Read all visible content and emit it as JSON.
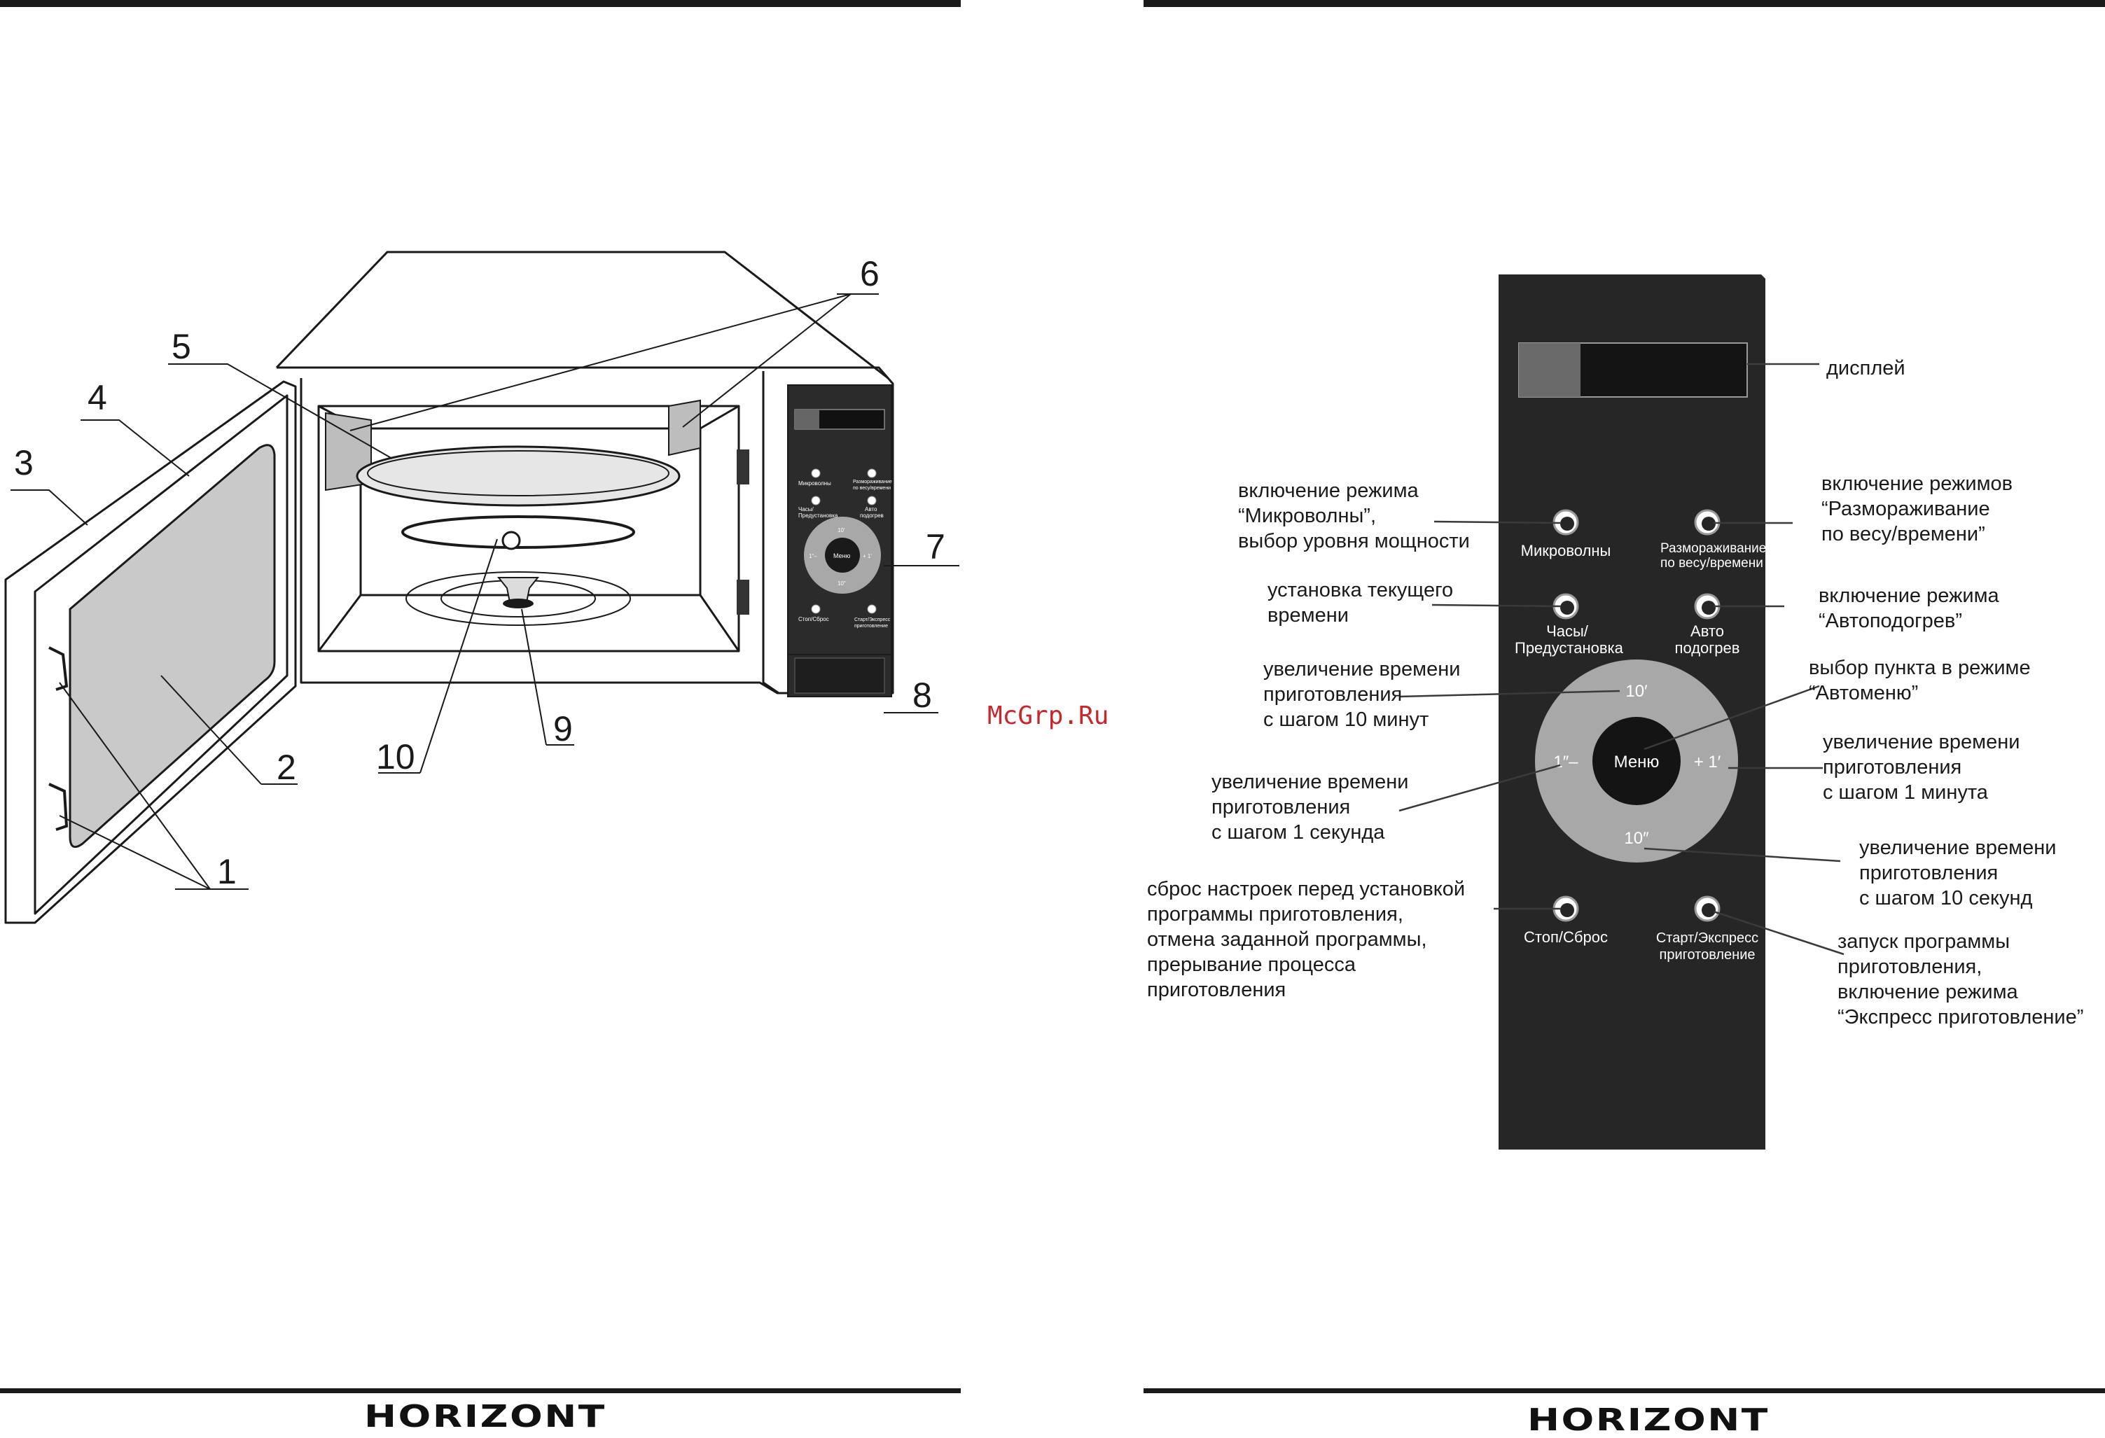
{
  "watermark": "McGrp.Ru",
  "brand": "HORIZONT",
  "left_page": {
    "callouts": [
      "1",
      "2",
      "3",
      "4",
      "5",
      "6",
      "7",
      "8",
      "9",
      "10"
    ],
    "mini_panel": {
      "microwave": "Микроволны",
      "defrost_1": "Размораживание",
      "defrost_2": "по весу/времени",
      "clock_1": "Часы/",
      "clock_2": "Предустановка",
      "auto_1": "Авто",
      "auto_2": "подогрев",
      "ten_min": "10'",
      "one_sec": "1\"–",
      "menu": "Меню",
      "one_min": "+ 1'",
      "ten_sec": "10\"",
      "stop": "Стоп/Сброс",
      "start_1": "Старт/Экспресс",
      "start_2": "приготовление"
    }
  },
  "right_page": {
    "panel": {
      "microwave": "Микроволны",
      "defrost_1": "Размораживание",
      "defrost_2": "по весу/времени",
      "clock_1": "Часы/",
      "clock_2": "Предустановка",
      "auto_1": "Авто",
      "auto_2": "подогрев",
      "dial_top": "10′",
      "dial_left": "1″–",
      "dial_center": "Меню",
      "dial_right": "+ 1′",
      "dial_bottom": "10″",
      "stop": "Стоп/Сброс",
      "start_1": "Старт/Экспресс",
      "start_2": "приготовление"
    },
    "annotations": {
      "display": "дисплей",
      "microwave": [
        "включение режима",
        "“Микроволны”,",
        "выбор уровня мощности"
      ],
      "defrost": [
        "включение режимов",
        "“Размораживание",
        "по весу/времени”"
      ],
      "clock": [
        "установка текущего",
        "времени"
      ],
      "auto": [
        "включение режима",
        "“Автоподогрев”"
      ],
      "ten_min": [
        "увеличение времени",
        "приготовления",
        "с шагом 10 минут"
      ],
      "menu": [
        "выбор пункта в режиме",
        "“Автоменю”"
      ],
      "one_sec": [
        "увеличение времени",
        "приготовления",
        "с шагом 1 секунда"
      ],
      "one_min": [
        "увеличение времени",
        "приготовления",
        "с шагом 1 минута"
      ],
      "ten_sec": [
        "увеличение времени",
        "приготовления",
        "с шагом 10 секунд"
      ],
      "stop": [
        "сброс настроек перед установкой",
        "программы приготовления,",
        "отмена заданной программы,",
        "прерывание процесса",
        "приготовления"
      ],
      "start": [
        "запуск программы",
        "приготовления,",
        "включение режима",
        "“Экспресс приготовление”"
      ]
    }
  }
}
